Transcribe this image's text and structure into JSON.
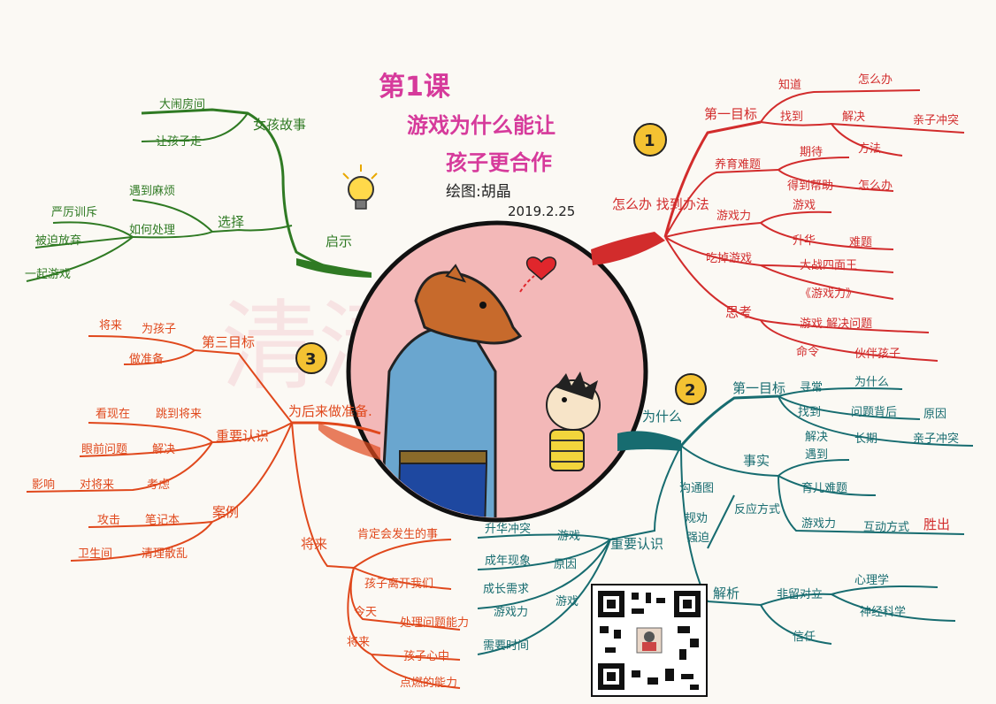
{
  "title": {
    "line1": "第1课",
    "line2": "游戏为什么能让",
    "line3": "孩子更合作"
  },
  "author": "绘图:胡晶",
  "date": "2019.2.25",
  "watermark": "清清手绘",
  "colors": {
    "green": "#2f7a23",
    "red": "#d22c2c",
    "orange": "#e0481c",
    "teal": "#176c70",
    "title": "#d63a9b"
  },
  "branches": {
    "inspiration": {
      "main": "启示",
      "badge_icon": "lightbulb-icon",
      "story": {
        "label": "女孩故事",
        "items": [
          "大闹房间",
          "让孩子走"
        ]
      },
      "choice": {
        "label": "选择",
        "sub1": "遇到麻烦",
        "sub2": "如何处理",
        "items": [
          "严厉训斥",
          "被迫放弃",
          "一起游戏"
        ]
      }
    },
    "method": {
      "number": "1",
      "main": "怎么办 找到办法",
      "goal": {
        "label": "第一目标",
        "know": "知道",
        "how": "怎么办",
        "find": "找到",
        "solve": "解决",
        "conflict": "亲子冲突",
        "method": "方法"
      },
      "parenting": {
        "label": "养育难题",
        "expect": "期待",
        "get": "得到帮助",
        "how": "怎么办"
      },
      "power": {
        "label": "游戏力",
        "game": "游戏",
        "upgrade": "升华",
        "hard": "难题"
      },
      "play": {
        "label": "吃掉游戏",
        "eat": "大战四面王",
        "book": "《游戏力》"
      },
      "think": {
        "label": "思考",
        "solve": "游戏 解决问题",
        "order": "命令",
        "partner": "伙伴孩子"
      }
    },
    "why": {
      "number": "2",
      "main": "为什么",
      "goal": {
        "label": "第一目标",
        "what": "寻常",
        "why": "为什么",
        "find": "找到",
        "cause": "问题背后",
        "reason": "原因",
        "solve": "解决",
        "long": "长期",
        "conflict": "亲子冲突"
      },
      "fact": {
        "label": "事实",
        "meet": "遇到",
        "parenting": "育儿难题",
        "comm": "沟通图",
        "rule": "规劝",
        "force": "强迫",
        "mode": "反应方式",
        "power": "游戏力",
        "interact": "互动方式",
        "win": "胜出"
      },
      "view": {
        "label": "重要认识",
        "conflict": "升华冲突",
        "game": "游戏",
        "adult": "成年现象",
        "reason": "原因",
        "child": "成长需求",
        "power": "游戏力",
        "game2": "游戏",
        "time": "需要时间"
      },
      "analysis": {
        "label": "解析",
        "play": "非留对立",
        "heart": "心理学",
        "neuro": "神经科学",
        "believe": "信任"
      }
    },
    "prepare": {
      "number": "3",
      "main": "为后来做准备.",
      "goal": {
        "label": "第三目标",
        "future": "将来",
        "child": "为孩子",
        "ready": "做准备"
      },
      "view": {
        "label": "重要认识",
        "look": "看现在",
        "jump": "跳到将来",
        "eye": "眼前问题",
        "solve": "解决",
        "impact": "影响",
        "future": "对将来",
        "think": "考虑"
      },
      "case": {
        "label": "案例",
        "attack": "攻击",
        "notebook": "笔记本",
        "toilet": "卫生间",
        "tidy": "清理散乱"
      },
      "future": {
        "label": "将来",
        "certain": "肯定会发生的事",
        "take": "孩子离开我们",
        "today": "今天",
        "handle": "处理问题能力",
        "future2": "将来",
        "child": "孩子心中",
        "hope": "点燃的能力"
      }
    }
  },
  "illustration": {
    "center_icon": "bear-father-and-boy-illustration",
    "heart_icon": "heart-icon"
  },
  "qr_icon": "qr-code-icon"
}
